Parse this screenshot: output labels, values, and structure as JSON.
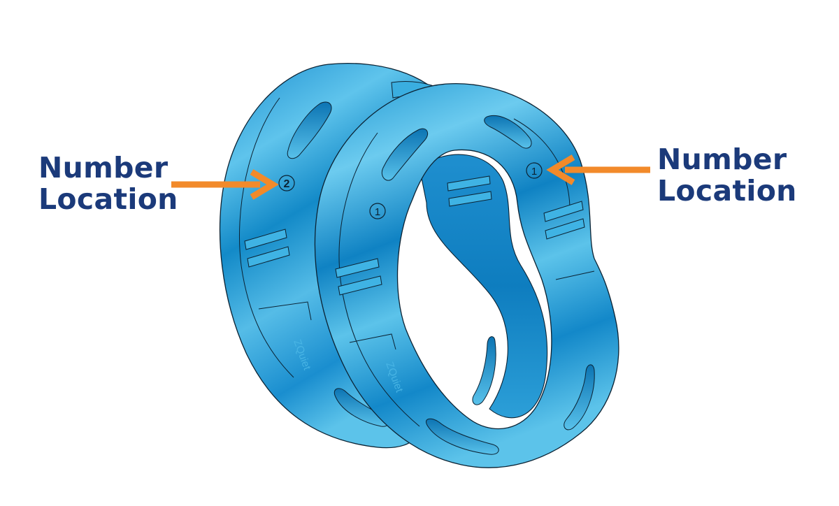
{
  "labels": {
    "left": {
      "line1": "Number",
      "line2": "Location"
    },
    "right": {
      "line1": "Number",
      "line2": "Location"
    }
  },
  "ring_numbers": {
    "back_ring": "2",
    "front_ring_top": "1",
    "front_ring_side": "1"
  },
  "brand_mark": "ZQuiet",
  "colors": {
    "label_text": "#1b3a7a",
    "arrow": "#f28a2a",
    "ring_light": "#5cc3ea",
    "ring_mid": "#2a9ed6",
    "ring_dark": "#0f7bbd",
    "outline": "#0b2233"
  },
  "icons": {
    "arrow": "arrow-right-icon",
    "arrow_left": "arrow-left-icon"
  }
}
